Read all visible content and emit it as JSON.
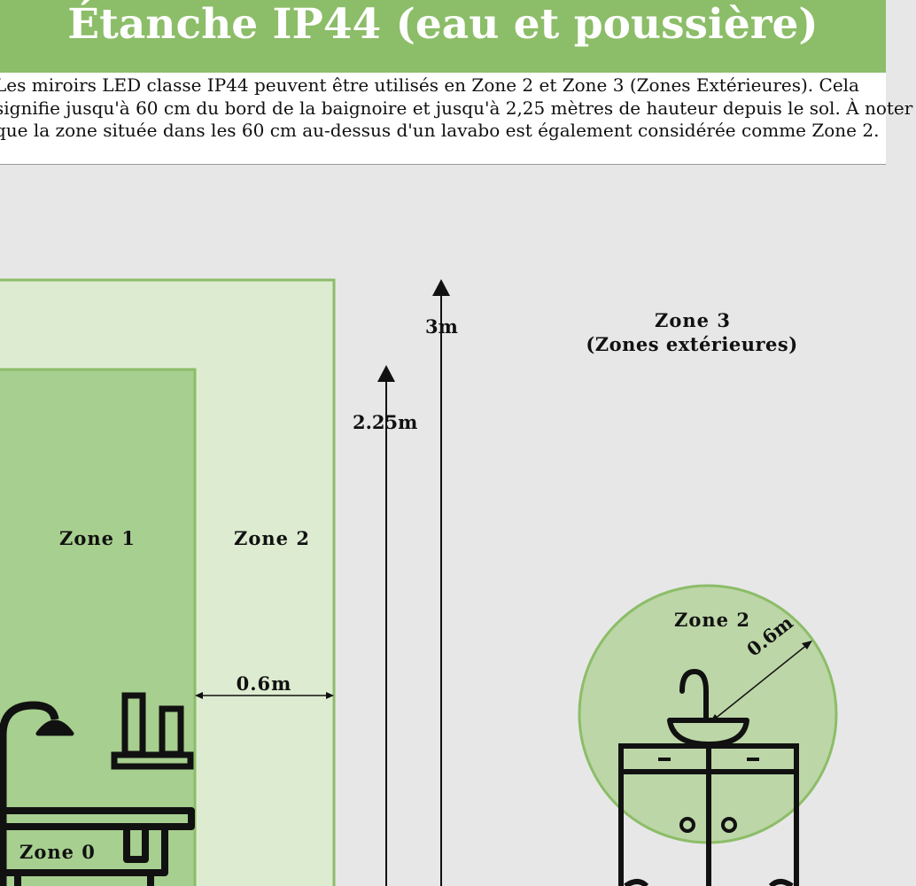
{
  "header": {
    "title": "Étanche IP44 (eau et poussière)"
  },
  "intro": {
    "text": "Les miroirs LED classe IP44 peuvent être utilisés en Zone 2 et Zone 3 (Zones Extérieures). Cela signifie jusqu'à 60 cm du bord de la baignoire et jusqu'à 2,25 mètres de hauteur depuis le sol. À noter que la zone située dans les 60 cm au-dessus d'un lavabo est également considérée comme Zone 2."
  },
  "diagram": {
    "zones": {
      "zone0": "Zone 0",
      "zone1": "Zone 1",
      "zone2": "Zone 2",
      "zone2_sink": "Zone 2",
      "zone3_title": "Zone 3",
      "zone3_subtitle": "(Zones extérieures)"
    },
    "measurements": {
      "height_3m": "3m",
      "height_225m": "2.25m",
      "width_bath": "0.6m",
      "radius_sink": "0.6m"
    },
    "colors": {
      "background": "#e7e7e8",
      "header": "#8cbd68",
      "zone1": "#a7cf8f",
      "zone2": "#ddecd1",
      "sink_zone": "#bcd6a7",
      "border": "#8cbd68"
    },
    "icons": [
      "shower-icon",
      "bathtub-icon",
      "shelf-icon",
      "faucet-icon",
      "sink-basin-icon",
      "vanity-cabinet-icon"
    ]
  }
}
